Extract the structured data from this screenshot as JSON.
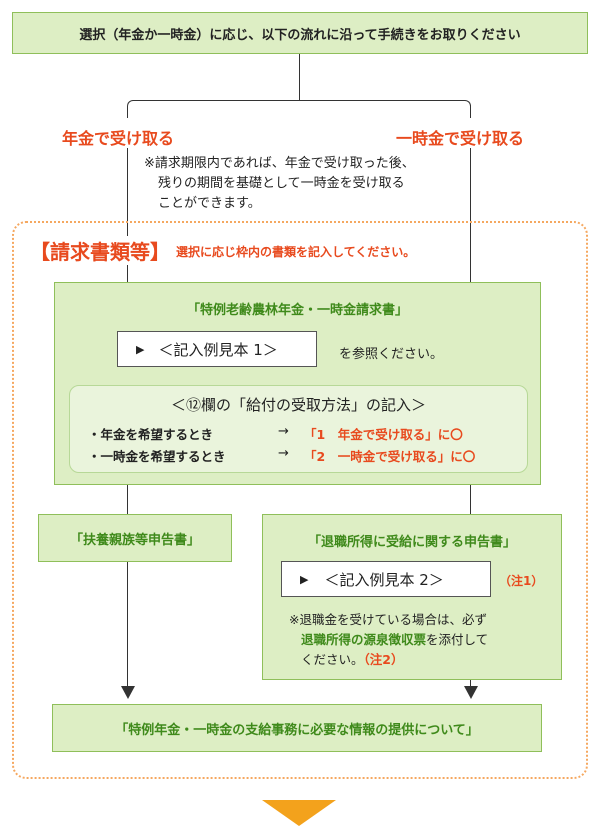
{
  "top_box": "選択（年金か一時金）に応じ、以下の流れに沿って手続きをお取りください",
  "branch_left": "年金で受け取る",
  "branch_right": "一時金で受け取る",
  "note_lines": [
    "※請求期限内であれば、年金で受け取った後、",
    "残りの期間を基礎として一時金を受け取る",
    "ことができます。"
  ],
  "claims_title": "【請求書類等】",
  "claims_instruction": "選択に応じ枠内の書類を記入してください。",
  "box1": {
    "title": "「特例老齢農林年金・一時金請求書」",
    "sample_label": "＜記入例見本 1＞",
    "sample_suffix": "を参照ください。",
    "sub_title": "＜⑫欄の「給付の受取方法」の記入＞",
    "row1_left": "・年金を希望するとき",
    "row1_arrow": "→",
    "row1_right": "「1　年金で受け取る」に〇",
    "row2_left": "・一時金を希望するとき",
    "row2_arrow": "→",
    "row2_right": "「2　一時金で受け取る」に〇"
  },
  "box_left": "「扶養親族等申告書」",
  "box_right": {
    "title": "「退職所得に受給に関する申告書」",
    "sample_label": "＜記入例見本 2＞",
    "note_ref": "（注1）",
    "note_line1": "※退職金を受けている場合は、必ず",
    "note_line2_green": "退職所得の源泉徴収票",
    "note_line2_rest": "を添付して",
    "note_line3": "ください。",
    "note_line3_ref": "（注2）"
  },
  "bottom_box": "「特例年金・一時金の支給事務に必要な情報の提供について」",
  "colors": {
    "green_fill": "#ddeec4",
    "green_border": "#8fbf5a",
    "green_text": "#3f8a1b",
    "accent_red": "#e84a1e",
    "dotted_orange": "#f5a860",
    "arrow_orange": "#f3a21c"
  },
  "icons": [
    "triangle-right-icon",
    "down-arrow-icon"
  ]
}
